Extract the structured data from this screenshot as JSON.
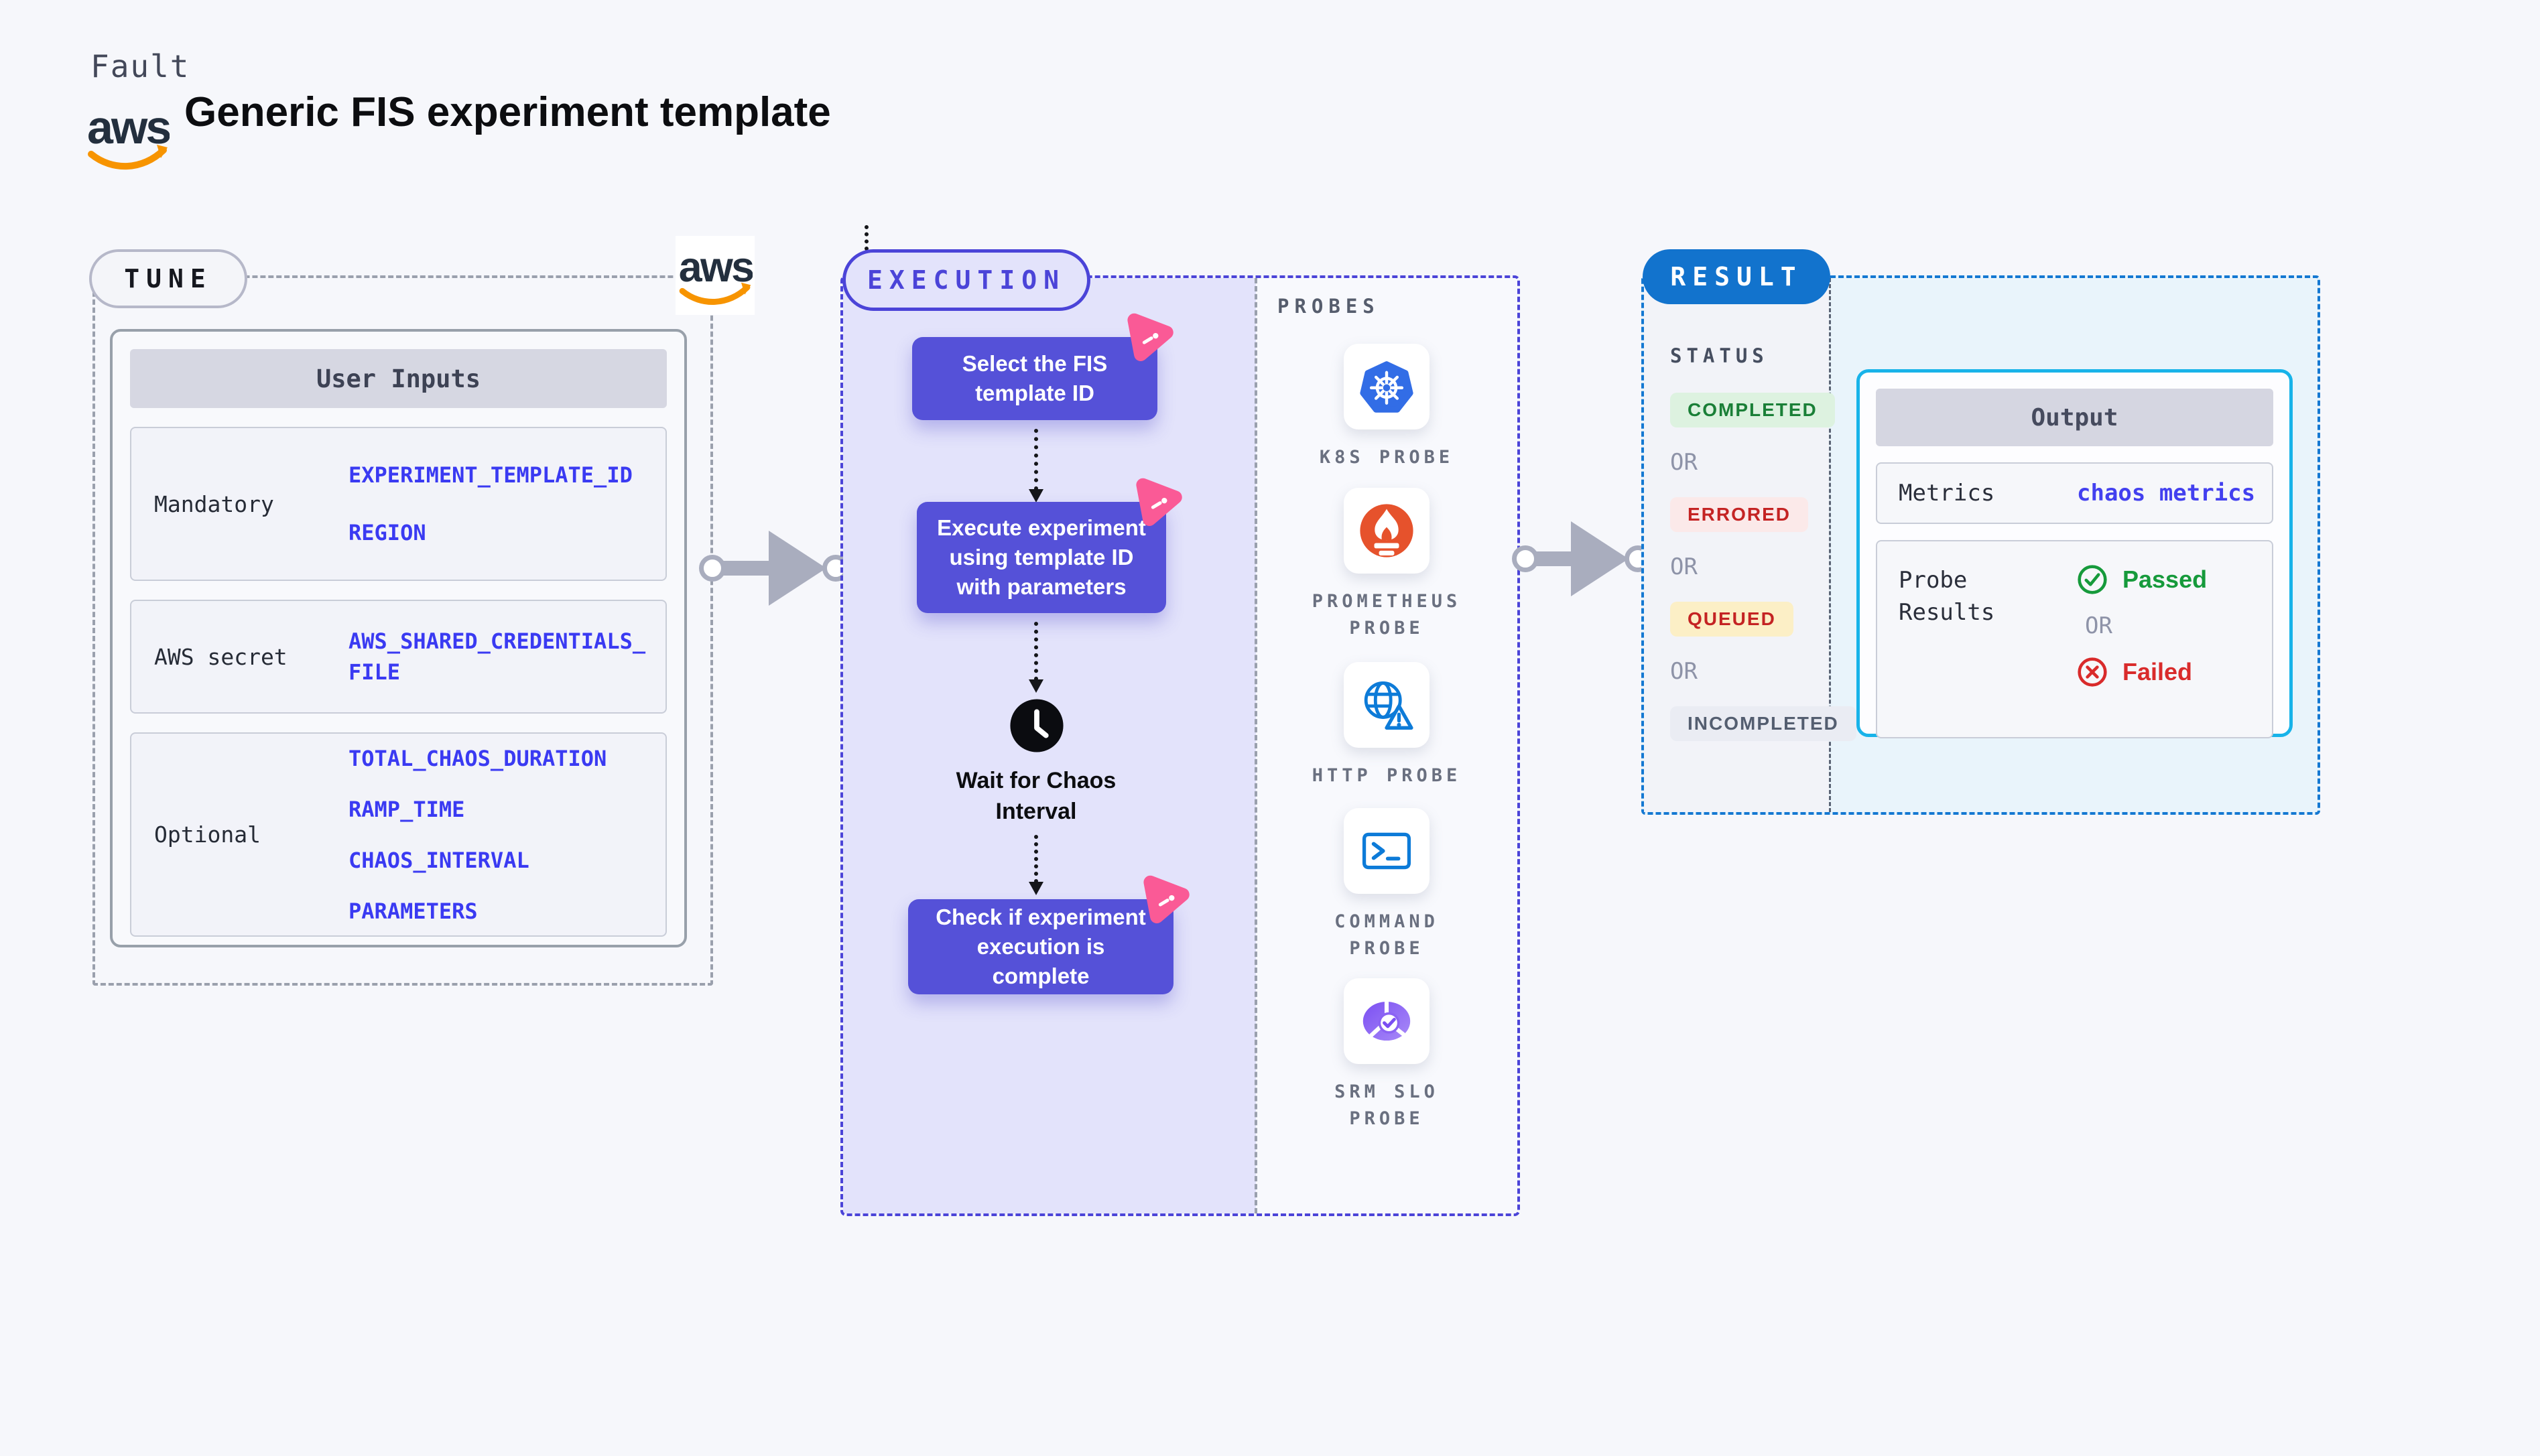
{
  "header": {
    "brand": "Fault",
    "title": "Generic FIS experiment template"
  },
  "aws": {
    "word": "aws"
  },
  "tune": {
    "badge": "TUNE",
    "table": {
      "header": "User Inputs",
      "rows": [
        {
          "label": "Mandatory",
          "values": [
            "EXPERIMENT_TEMPLATE_ID",
            "REGION"
          ]
        },
        {
          "label": "AWS secret",
          "values": [
            "AWS_SHARED_CREDENTIALS_FILE"
          ]
        },
        {
          "label": "Optional",
          "values": [
            "TOTAL_CHAOS_DURATION",
            "RAMP_TIME",
            "CHAOS_INTERVAL",
            "PARAMETERS"
          ]
        }
      ]
    }
  },
  "execution": {
    "badge": "EXECUTION",
    "steps": [
      {
        "label": "Select the FIS template ID"
      },
      {
        "label": "Execute experiment using template ID with parameters"
      },
      {
        "label": "Wait for Chaos Interval"
      },
      {
        "label": "Check if experiment execution is complete"
      }
    ]
  },
  "probes": {
    "title": "PROBES",
    "items": [
      {
        "label": "K8S PROBE",
        "icon": "kubernetes-icon"
      },
      {
        "label": "PROMETHEUS PROBE",
        "icon": "prometheus-icon"
      },
      {
        "label": "HTTP PROBE",
        "icon": "http-globe-warning-icon"
      },
      {
        "label": "COMMAND PROBE",
        "icon": "terminal-icon"
      },
      {
        "label": "SRM SLO PROBE",
        "icon": "slo-check-icon"
      }
    ]
  },
  "result": {
    "badge": "RESULT",
    "status_label": "STATUS",
    "or_label": "OR",
    "statuses": [
      {
        "label": "COMPLETED",
        "text_color": "#1a7f37",
        "bg_color": "#ddf2e0"
      },
      {
        "label": "ERRORED",
        "text_color": "#c42323",
        "bg_color": "#fbe9e9"
      },
      {
        "label": "QUEUED",
        "text_color": "#c42323",
        "bg_color": "#fcefc6"
      },
      {
        "label": "INCOMPLETED",
        "text_color": "#545e70",
        "bg_color": "#eaecf3"
      }
    ],
    "output": {
      "header": "Output",
      "metrics_label": "Metrics",
      "metrics_value": "chaos metrics",
      "probe_results_label": "Probe Results",
      "passed_label": "Passed",
      "or_label": "OR",
      "failed_label": "Failed"
    }
  },
  "colors": {
    "page_bg": "#f6f7fb",
    "accent_indigo": "#5551d8",
    "execution_border": "#4b44d8",
    "result_blue": "#1273cd",
    "output_border_cyan": "#18b3e9",
    "value_blue": "#3a3af2",
    "pink_badge": "#fa5a96",
    "passed_green": "#169a3b",
    "failed_red": "#d92b2b",
    "aws_orange": "#f79400",
    "aws_navy": "#232f3e"
  }
}
